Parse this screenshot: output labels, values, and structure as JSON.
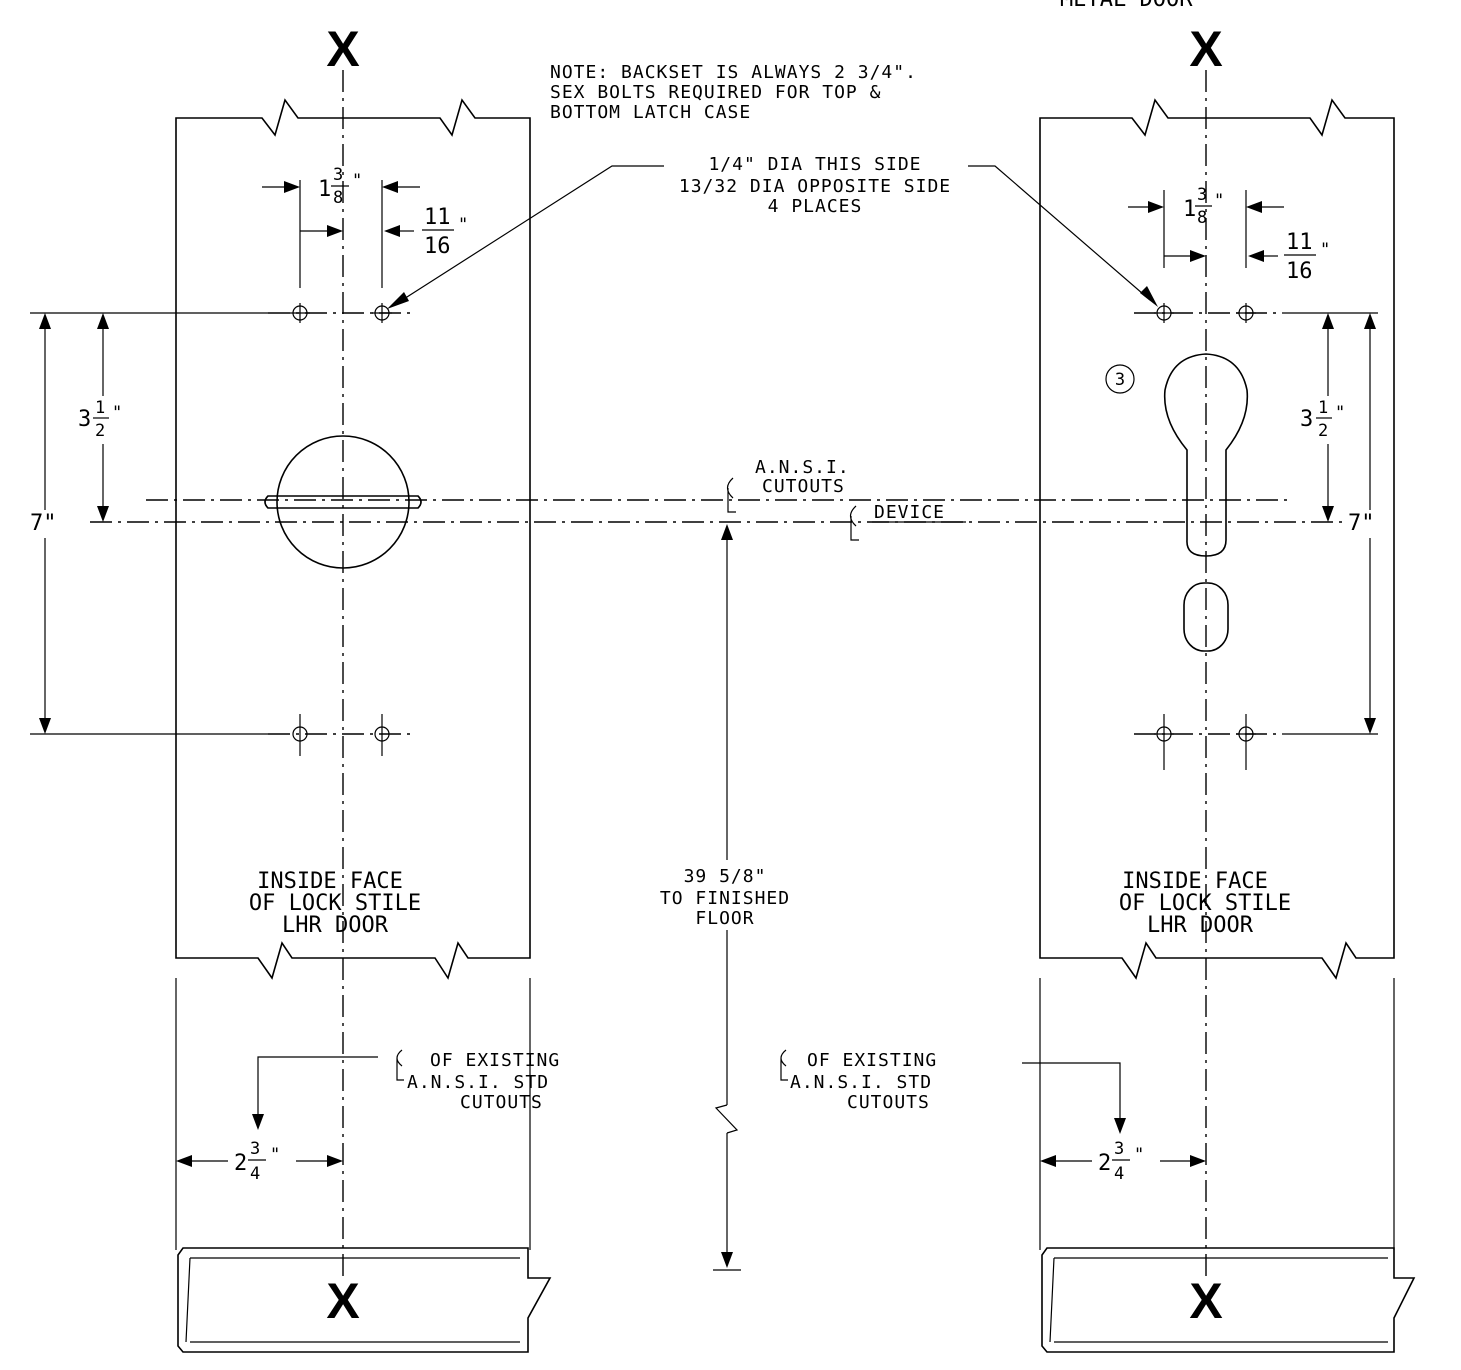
{
  "header_cut": "METAL DOOR",
  "note": {
    "line1": "NOTE: BACKSET IS ALWAYS 2 3/4\".",
    "line2": "SEX BOLTS REQUIRED FOR TOP &",
    "line3": "BOTTOM LATCH CASE"
  },
  "hole_callout": {
    "line1": "1/4\" DIA THIS SIDE",
    "line2": "13/32 DIA OPPOSITE SIDE",
    "line3": "4 PLACES"
  },
  "markers": {
    "x": "X"
  },
  "left_view": {
    "dim_1_38": {
      "whole": "1",
      "num": "3",
      "den": "8",
      "unit": "\""
    },
    "dim_11_16": {
      "num": "11",
      "den": "16",
      "unit": "\""
    },
    "dim_3_12": {
      "whole": "3",
      "num": "1",
      "den": "2",
      "unit": "\""
    },
    "dim_7": "7\"",
    "dim_2_34": {
      "whole": "2",
      "num": "3",
      "den": "4",
      "unit": "\""
    },
    "face_label": {
      "line1": "INSIDE FACE",
      "line2": "OF LOCK STILE",
      "line3": "LHR DOOR"
    },
    "existing_cl": {
      "line1": "OF EXISTING",
      "line2": "A.N.S.I. STD",
      "line3": "CUTOUTS"
    }
  },
  "right_view": {
    "dim_1_38": {
      "whole": "1",
      "num": "3",
      "den": "8",
      "unit": "\""
    },
    "dim_11_16": {
      "num": "11",
      "den": "16",
      "unit": "\""
    },
    "dim_3_12": {
      "whole": "3",
      "num": "1",
      "den": "2",
      "unit": "\""
    },
    "dim_7": "7\"",
    "dim_2_34": {
      "whole": "2",
      "num": "3",
      "den": "4",
      "unit": "\""
    },
    "circle_tag": "3",
    "face_label": {
      "line1": "INSIDE FACE",
      "line2": "OF LOCK STILE",
      "line3": "LHR DOOR"
    },
    "existing_cl": {
      "line1": "OF EXISTING",
      "line2": "A.N.S.I. STD",
      "line3": "CUTOUTS"
    }
  },
  "center": {
    "ansi_cl": {
      "line1": "A.N.S.I.",
      "line2": "CUTOUTS"
    },
    "device_cl": "DEVICE",
    "floor_dim": {
      "line1": "39 5/8\"",
      "line2": "TO FINISHED",
      "line3": "FLOOR"
    }
  }
}
